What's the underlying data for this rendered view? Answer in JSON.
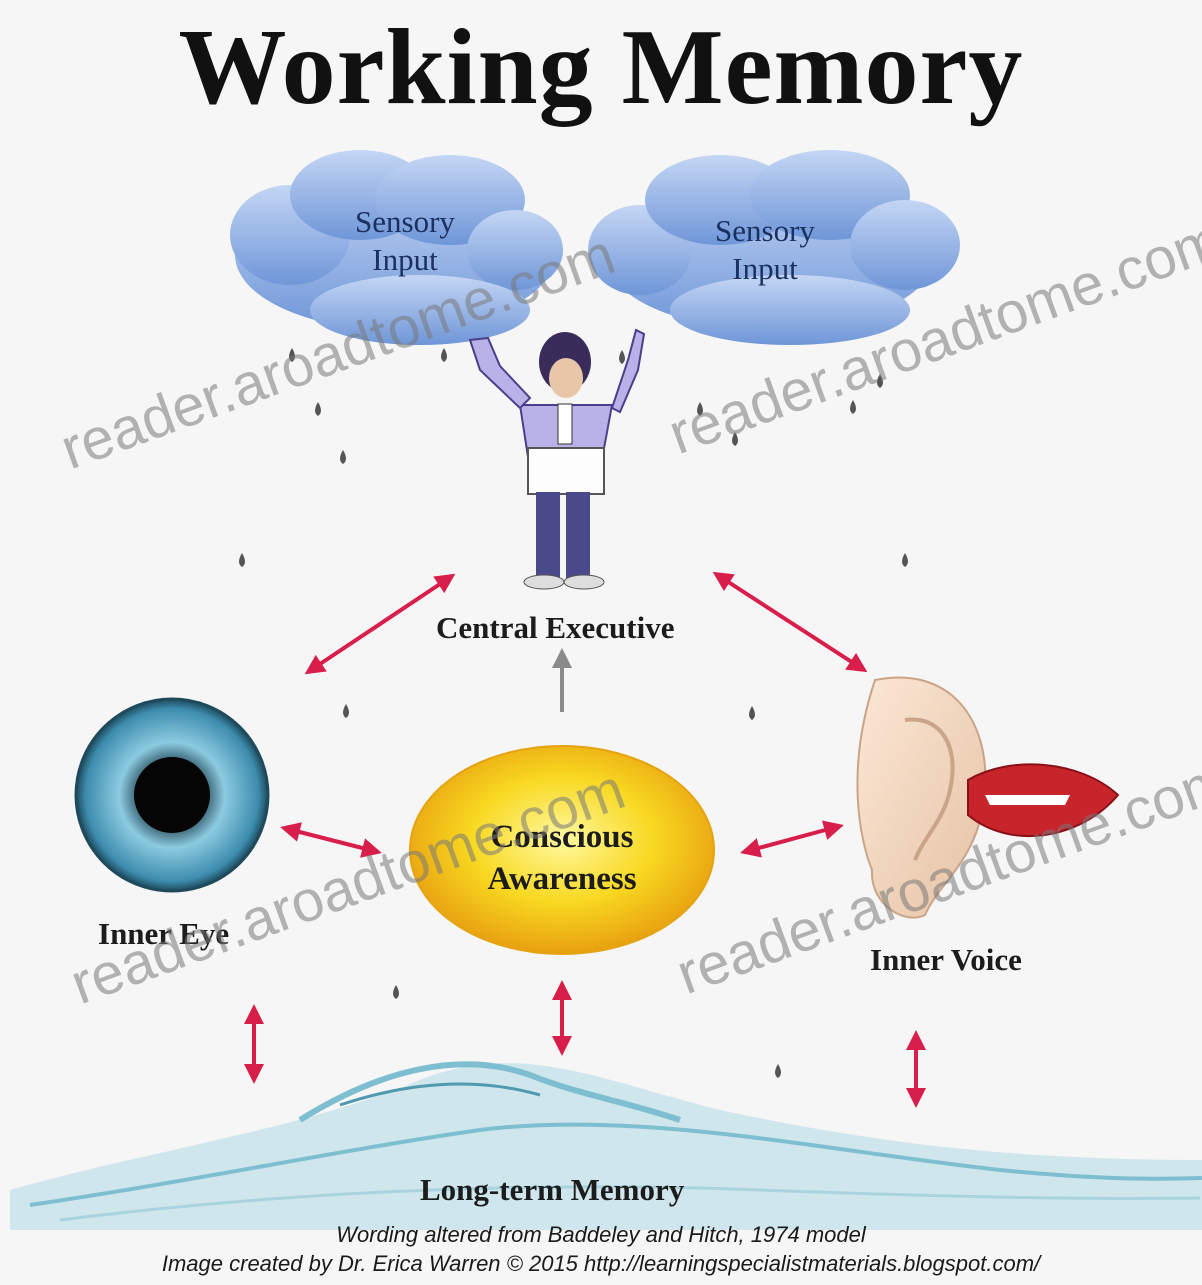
{
  "title": "Working Memory",
  "clouds": {
    "left_label": "Sensory Input",
    "right_label": "Sensory Input"
  },
  "nodes": {
    "central_executive": "Central Executive",
    "inner_eye": "Inner Eye",
    "inner_voice": "Inner Voice",
    "conscious_awareness": "Conscious Awareness",
    "long_term_memory": "Long-term Memory"
  },
  "credits": {
    "line1": "Wording altered from Baddeley and Hitch, 1974 model",
    "line2": "Image created by Dr. Erica Warren © 2015 http://learningspecialistmaterials.blogspot.com/"
  },
  "watermark": "reader.aroadtome.com",
  "colors": {
    "arrow": "#d81e4a",
    "arrow_gray": "#8a8a8a",
    "cloud": "#8fb2e6",
    "eye_iris": "#5fa8c8",
    "awareness": "#f8d21a",
    "water": "#7dbfd0"
  }
}
